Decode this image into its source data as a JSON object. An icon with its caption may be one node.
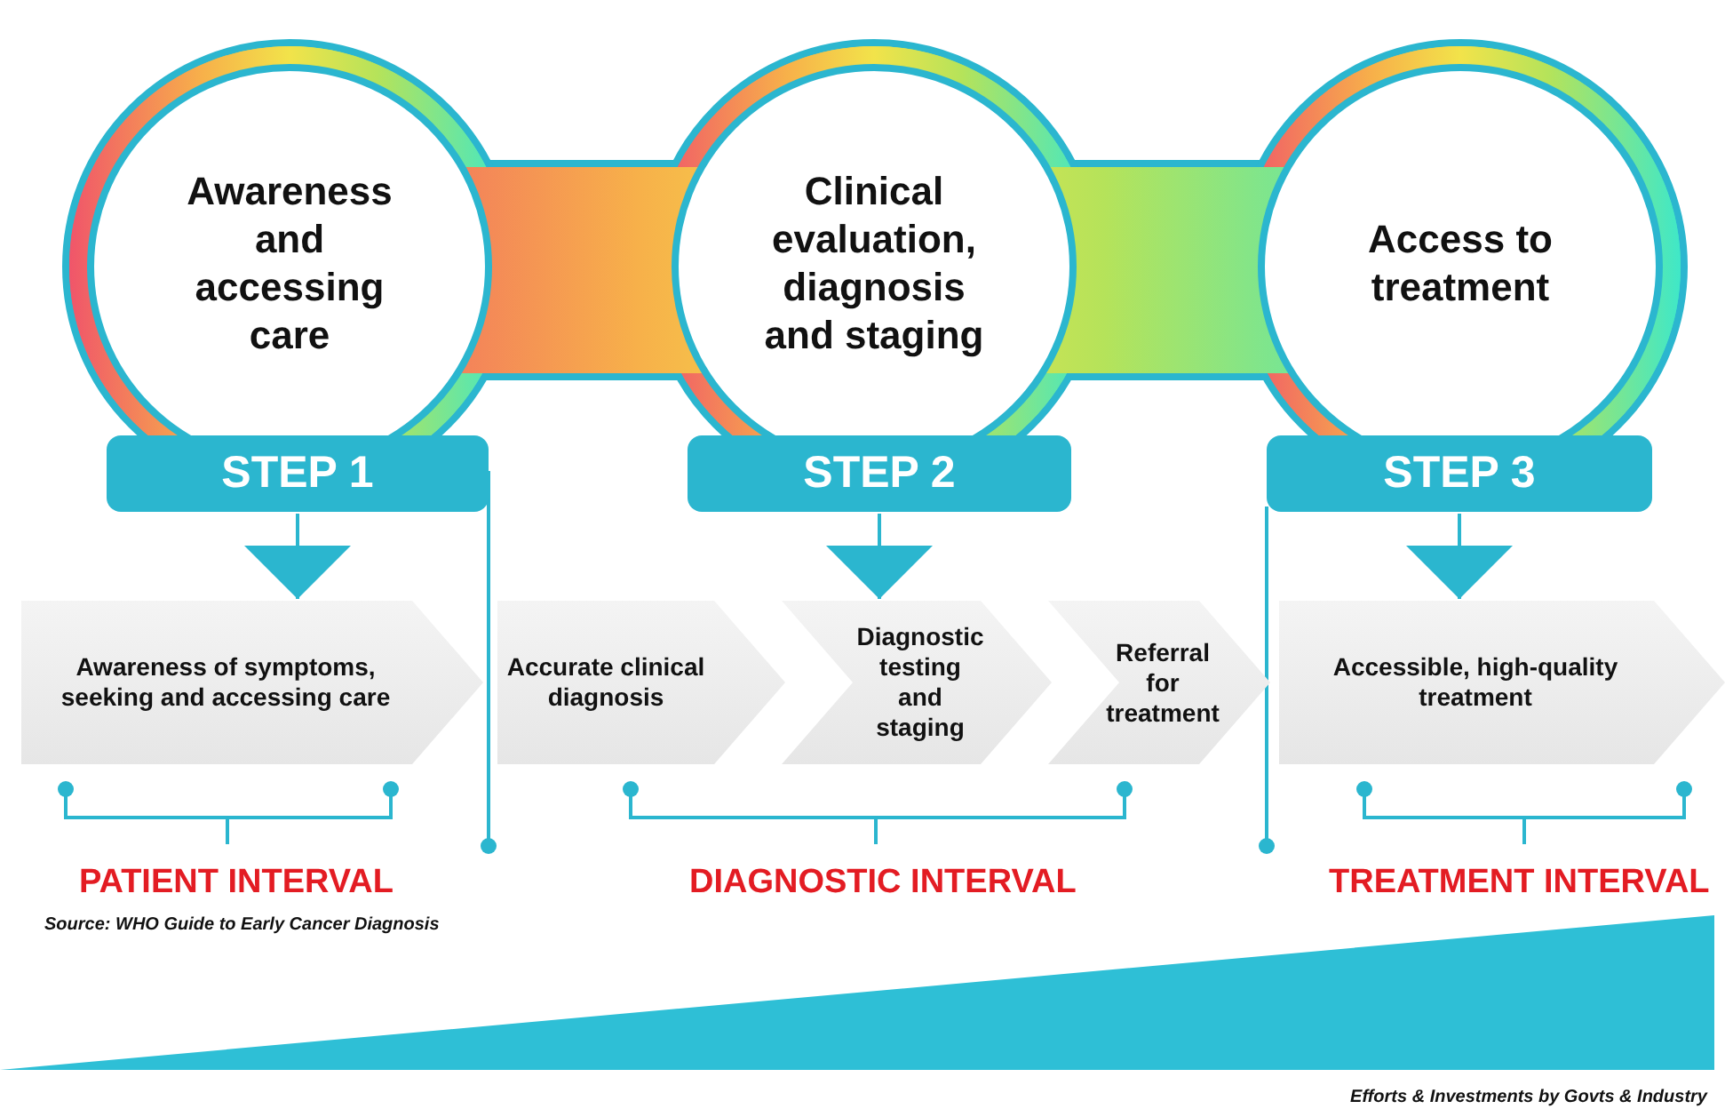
{
  "diagram": {
    "nodes": [
      {
        "text": [
          "Awareness and accessing care"
        ]
      },
      {
        "text": [
          "Clinical evaluation, diagnosis and staging"
        ]
      },
      {
        "text": [
          "Access to treatment"
        ]
      },
      {
        "text": [
          "STEP 1"
        ]
      },
      {
        "text": [
          "STEP 2"
        ]
      },
      {
        "text": [
          "STEP 3"
        ]
      },
      {
        "text": [
          "Awareness of symptoms, seeking and accessing care"
        ]
      },
      {
        "text": [
          "Accurate clinical diagnosis"
        ]
      },
      {
        "text": [
          "Diagnostic testing and staging"
        ]
      },
      {
        "text": [
          "Referral for treatment"
        ]
      },
      {
        "text": [
          "Accessible, high-quality treatment"
        ]
      }
    ],
    "edges": [
      {
        "from": 3,
        "to": 6,
        "arrow": "to"
      },
      {
        "from": 4,
        "to": 8,
        "arrow": "to"
      },
      {
        "from": 5,
        "to": 10,
        "arrow": "to"
      }
    ],
    "labels": [
      "PATIENT INTERVAL",
      "DIAGNOSTIC INTERVAL",
      "TREATMENT INTERVAL",
      "Source: WHO Guide to Early Cancer Diagnosis",
      "Efforts & Investments by Govts & Industry"
    ]
  }
}
